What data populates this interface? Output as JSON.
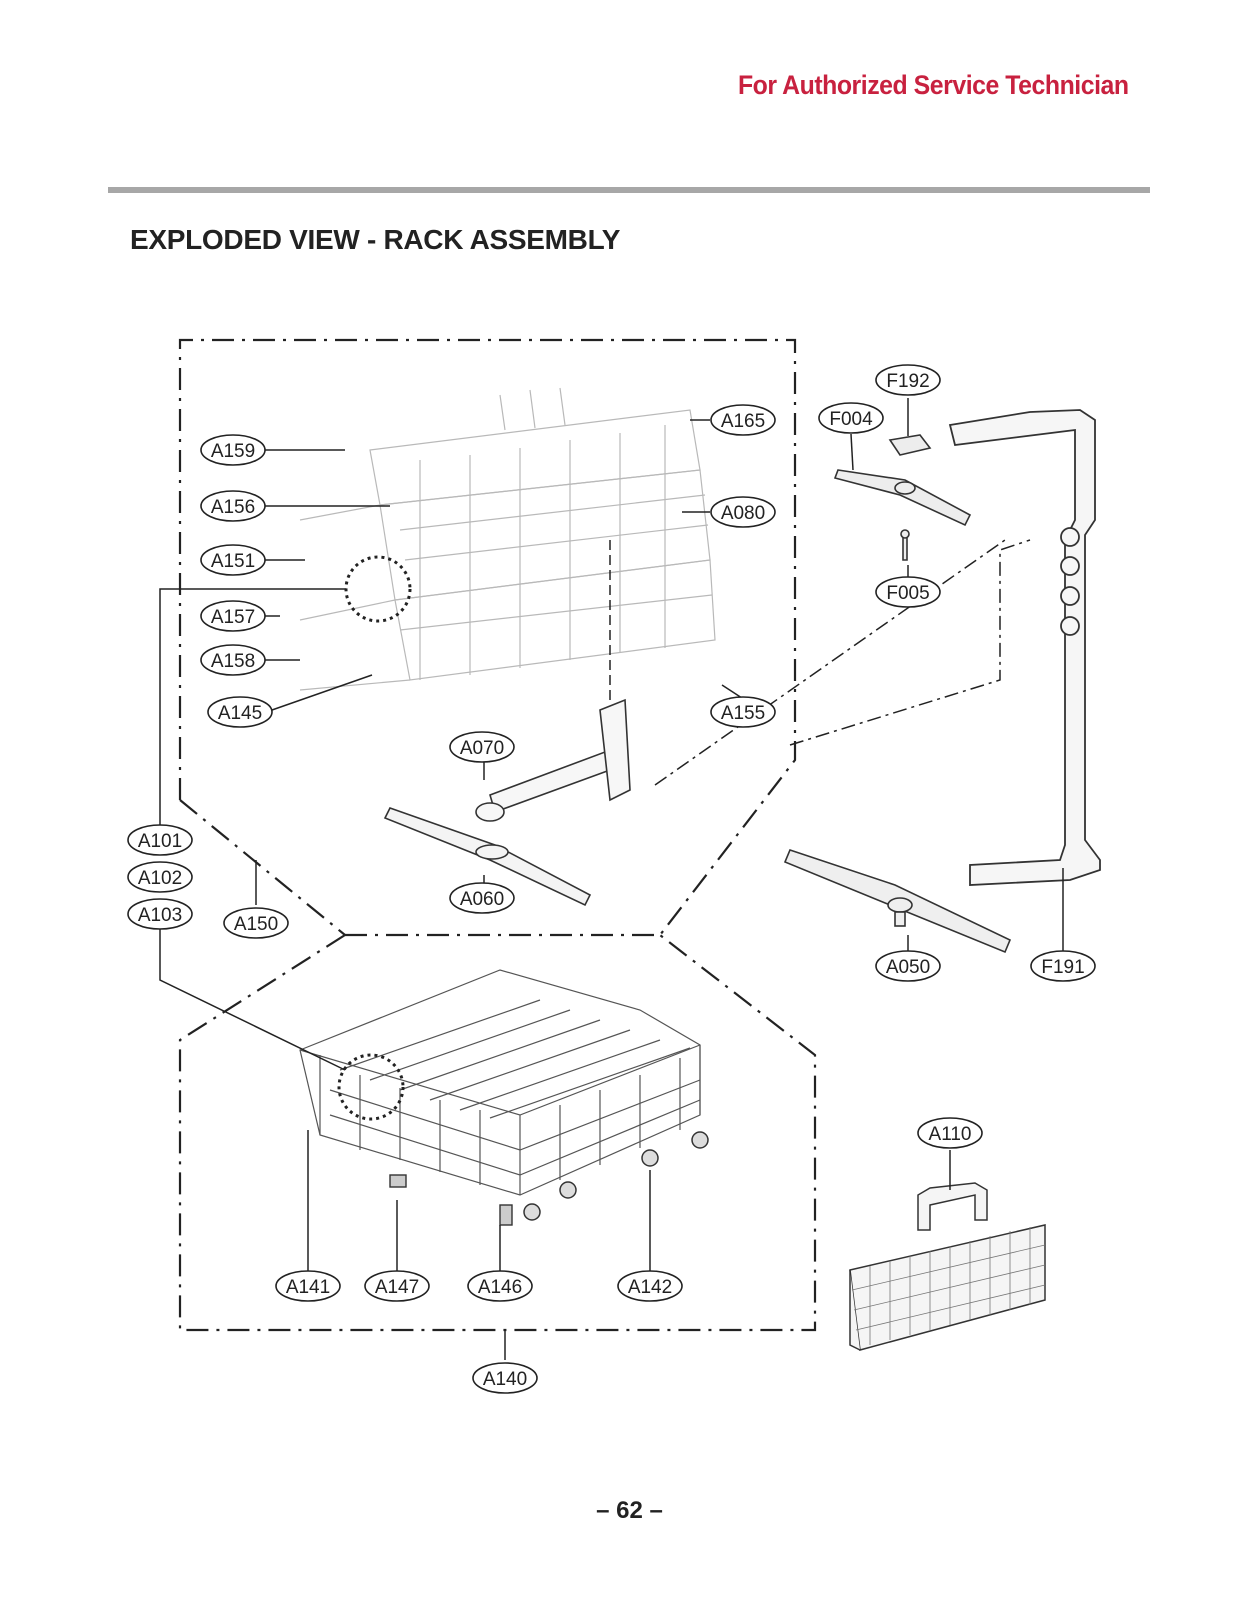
{
  "header": {
    "note": "For Authorized Service Technician",
    "note_color": "#c8213f"
  },
  "title": "EXPLODED VIEW - RACK ASSEMBLY",
  "page_number": "– 62 –",
  "callouts": [
    {
      "key": "A159",
      "label": "A159"
    },
    {
      "key": "A156",
      "label": "A156"
    },
    {
      "key": "A151",
      "label": "A151"
    },
    {
      "key": "A157",
      "label": "A157"
    },
    {
      "key": "A158",
      "label": "A158"
    },
    {
      "key": "A145",
      "label": "A145"
    },
    {
      "key": "A165",
      "label": "A165"
    },
    {
      "key": "A080",
      "label": "A080"
    },
    {
      "key": "A155",
      "label": "A155"
    },
    {
      "key": "A070",
      "label": "A070"
    },
    {
      "key": "A060",
      "label": "A060"
    },
    {
      "key": "A101",
      "label": "A101"
    },
    {
      "key": "A102",
      "label": "A102"
    },
    {
      "key": "A103",
      "label": "A103"
    },
    {
      "key": "A150",
      "label": "A150"
    },
    {
      "key": "F192",
      "label": "F192"
    },
    {
      "key": "F004",
      "label": "F004"
    },
    {
      "key": "F005",
      "label": "F005"
    },
    {
      "key": "A050",
      "label": "A050"
    },
    {
      "key": "F191",
      "label": "F191"
    },
    {
      "key": "A110",
      "label": "A110"
    },
    {
      "key": "A141",
      "label": "A141"
    },
    {
      "key": "A147",
      "label": "A147"
    },
    {
      "key": "A146",
      "label": "A146"
    },
    {
      "key": "A142",
      "label": "A142"
    },
    {
      "key": "A140",
      "label": "A140"
    }
  ]
}
